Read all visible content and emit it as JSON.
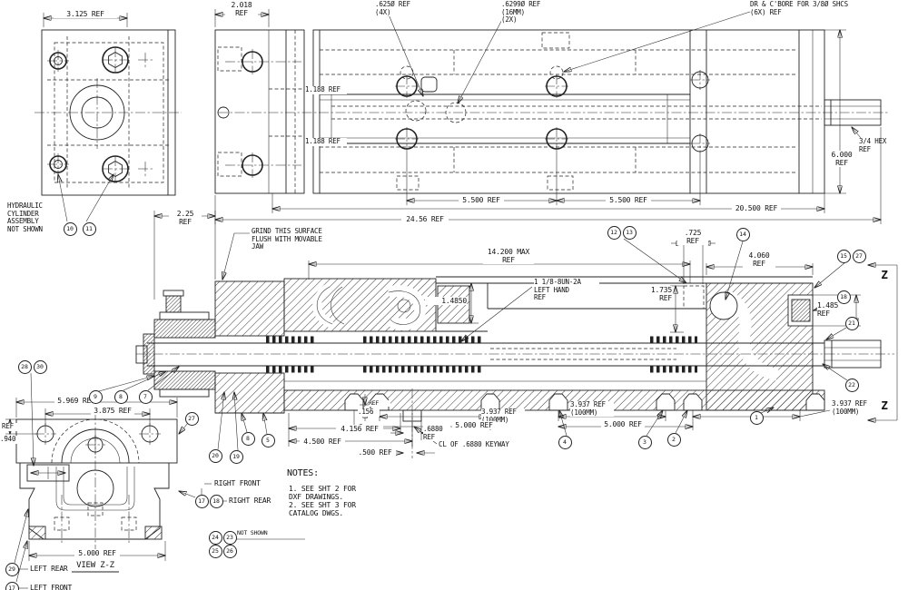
{
  "meta": {
    "ink": "#222222",
    "background": "#ffffff",
    "drawing_type": "hydraulic vise assembly section drawing"
  },
  "end_plate_view": {
    "dim_width": "3.125 REF",
    "assembly_note": "HYDRAULIC\nCYLINDER\nASSEMBLY\nNOT SHOWN"
  },
  "side_end_view": {
    "dim_width": "2.018\nREF"
  },
  "plan_view": {
    "callout_pins": ".625Ø REF\n(4X)",
    "callout_dowels": ".6299Ø REF\n(16MM)\n(2X)",
    "callout_shcs": "DR & C'BORE FOR 3/8Ø SHCS\n(6X) REF",
    "dim_rail_top": "1.188 REF",
    "dim_rail_bottom": "1.188 REF",
    "dim_bolt_span_left": "5.500 REF",
    "dim_bolt_span_right": "5.500 REF",
    "dim_body_length": "20.500 REF",
    "dim_overall_length": "24.56 REF",
    "callout_hex": "3/4 HEX\nREF",
    "dim_height": "6.000\nREF"
  },
  "section_view": {
    "dim_jaw_width": "2.25\nREF",
    "note_grind": "GRIND THIS SURFACE\nFLUSH WITH MOVABLE\nJAW",
    "dim_max_opening": "14.200 MAX\nREF",
    "dim_insert_step": ".725\nREF",
    "dim_cap_length": "4.060\nREF",
    "dim_insert_height": "1.735\nREF",
    "dim_nut_height": "1.4850",
    "note_thread_spec": "1 1/8-8UN-2A\nLEFT HAND\nREF",
    "dim_cap_bore": "1.485\nREF",
    "dim_key_depth_ref": "REF",
    "dim_key_depth": ".156",
    "dim_4156": "4.156 REF",
    "dim_4500": "4.500 REF",
    "dim_500": ".500 REF",
    "dim_key_width": ".6880\nREF",
    "note_keyway_cl": "CL OF .6880 KEYWAY",
    "dim_screws_left": "3.937 REF\n(100MM)",
    "dim_screws_mid": "3.937 REF\n(100MM)",
    "dim_screws_right": "3.937 REF\n(100MM)",
    "dim_span_left": "5.000 REF",
    "dim_span_right": "5.000 REF"
  },
  "view_zz": {
    "title": "VIEW Z-Z",
    "dim_width": "5.969 REF",
    "dim_bolt_span": "3.875 REF",
    "dim_height_ref": "REF",
    "dim_height": ".940",
    "dim_base": "5.000 REF",
    "label_left_rear": "LEFT REAR",
    "label_left_front": "LEFT FRONT",
    "label_right_front": "RIGHT FRONT",
    "label_right_rear": "RIGHT REAR",
    "label_not_shown": "NOT SHOWN"
  },
  "notes": {
    "title": "NOTES:",
    "body": "1. SEE SHT 2 FOR\n   DXF DRAWINGS.\n2. SEE SHT 3 FOR\n   CATALOG DWGS."
  },
  "section_marks": {
    "letter": "Z"
  },
  "balloons": {
    "b1": "1",
    "b2": "2",
    "b3": "3",
    "b4": "4",
    "b5": "5",
    "b7": "7",
    "b8a": "8",
    "b8b": "8",
    "b9": "9",
    "b10": "10",
    "b11": "11",
    "b12": "12",
    "b13": "13",
    "b14": "14",
    "b15": "15",
    "b17b": "17",
    "b17c": "17",
    "b18a": "18",
    "b18b": "18",
    "b19": "19",
    "b20": "20",
    "b21": "21",
    "b22": "22",
    "b23": "23",
    "b24": "24",
    "b25": "25",
    "b26": "26",
    "b27a": "27",
    "b27b": "27",
    "b28": "28",
    "b29": "29",
    "b30": "30"
  }
}
